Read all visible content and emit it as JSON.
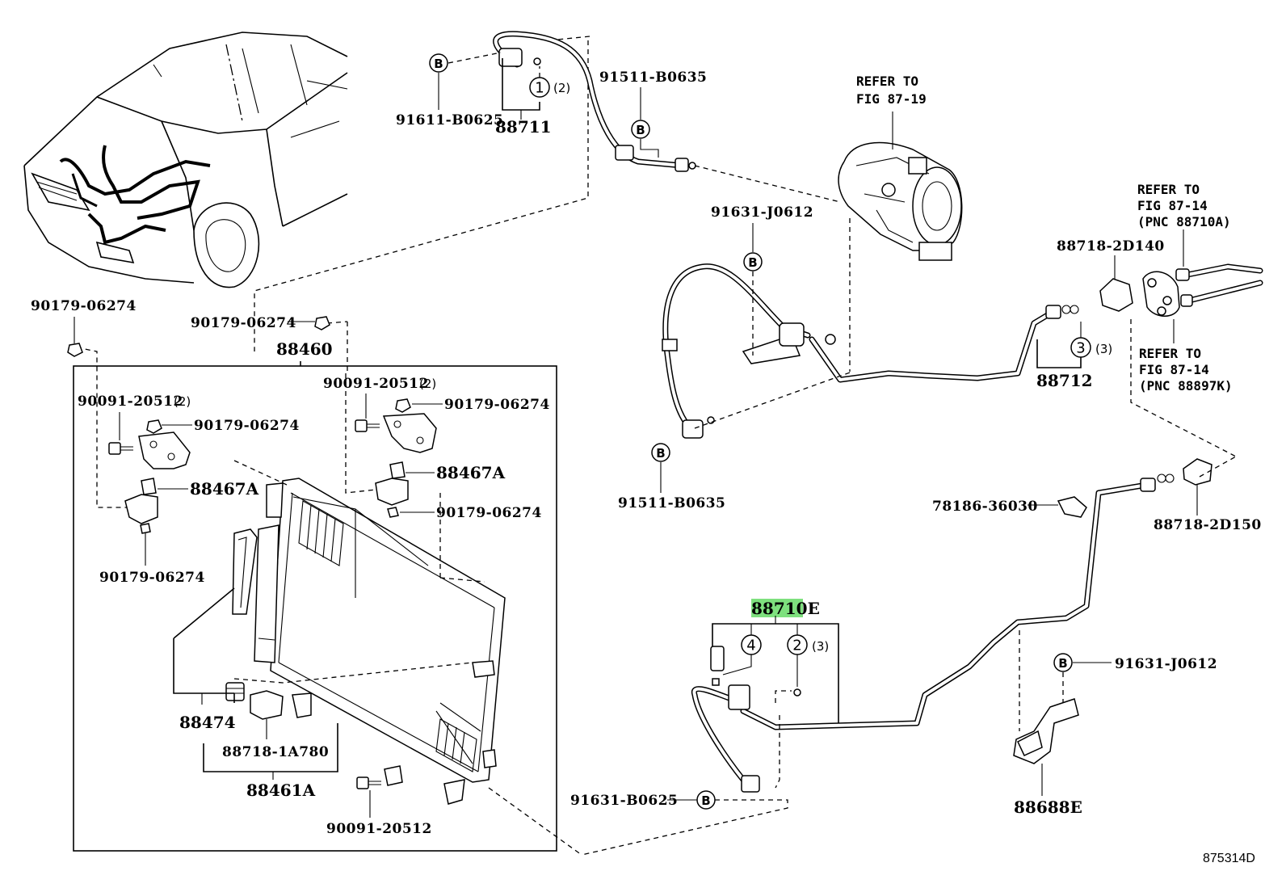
{
  "diagram_id": "875314D",
  "refer_notes": [
    {
      "line1": "REFER TO",
      "line2": "FIG 87-19",
      "line3": ""
    },
    {
      "line1": "REFER TO",
      "line2": "FIG 87-14",
      "line3": "(PNC 88710A)"
    },
    {
      "line1": "REFER TO",
      "line2": "FIG 87-14",
      "line3": "(PNC 88897K)"
    }
  ],
  "markers": {
    "b": "B",
    "n1": "1",
    "n2": "2",
    "n3": "3",
    "n4": "4"
  },
  "quantities": {
    "q2": "(2)",
    "q3": "(3)"
  },
  "part_labels": {
    "p91611_B0625": "91611-B0625",
    "p88711": "88711",
    "p91511_B0635_top": "91511-B0635",
    "p91631_J0612_top": "91631-J0612",
    "p91511_B0635_mid": "91511-B0635",
    "p88718_2D140": "88718-2D140",
    "p88712": "88712",
    "p78186_36030": "78186-36030",
    "p88718_2D150": "88718-2D150",
    "p88710E": "88710E",
    "p91631_J0612_bot": "91631-J0612",
    "p91631_B0625": "91631-B0625",
    "p88688E": "88688E",
    "p90179_06274_a": "90179-06274",
    "p90179_06274_b": "90179-06274",
    "p88460": "88460",
    "p90091_20512_2a": "90091-20512",
    "p90091_20512_2b": "90091-20512",
    "p90179_06274_c": "90179-06274",
    "p90179_06274_d": "90179-06274",
    "p88467A_left": "88467A",
    "p88467A_right": "88467A",
    "p90179_06274_e": "90179-06274",
    "p90179_06274_f": "90179-06274",
    "p88474": "88474",
    "p88718_1A780": "88718-1A780",
    "p88461A": "88461A",
    "p90091_20512": "90091-20512"
  }
}
